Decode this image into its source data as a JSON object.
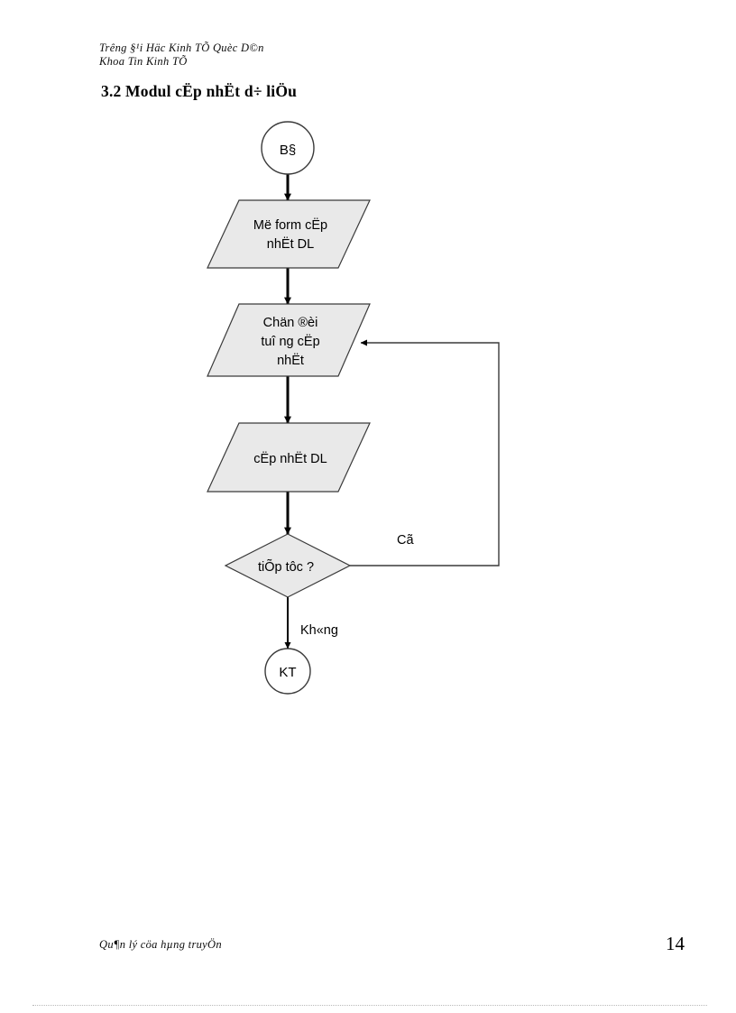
{
  "document": {
    "header_line_1": "Trêng  §¹i Häc Kinh TÕ Quèc D©n",
    "header_line_2": "Khoa Tin Kinh TÕ",
    "section_title": "3.2 Modul cËp nhËt d÷ liÖu",
    "footer_text": "Qu¶n lý cöa hµng truyÖn",
    "page_number": "14"
  },
  "colors": {
    "shape_fill": "#e9e9e9",
    "shape_stroke": "#3a3a3a",
    "connector": "#000000",
    "page_background": "#ffffff",
    "text": "#000000"
  },
  "chart_data": {
    "type": "flowchart",
    "title": "3.2 Modul cËp nhËt d÷ liÖu",
    "nodes": [
      {
        "id": "start",
        "shape": "circle",
        "label": "B§"
      },
      {
        "id": "open",
        "shape": "parallelogram",
        "label": "Më form cËp\nnhËt DL",
        "lines": [
          "Më form cËp",
          "nhËt DL"
        ]
      },
      {
        "id": "select",
        "shape": "parallelogram",
        "label": "Chän ®èi\ntuî ng cËp\nnhËt",
        "lines": [
          "Chän ®èi",
          "tuî ng cËp",
          "nhËt"
        ]
      },
      {
        "id": "update",
        "shape": "parallelogram",
        "label": "cËp nhËt DL",
        "lines": [
          "cËp nhËt DL"
        ]
      },
      {
        "id": "decision",
        "shape": "diamond",
        "label": "tiÕp tôc ?",
        "lines": [
          "tiÕp tôc ?"
        ]
      },
      {
        "id": "end",
        "shape": "circle",
        "label": "KT"
      }
    ],
    "edges": [
      {
        "from": "start",
        "to": "open",
        "label": ""
      },
      {
        "from": "open",
        "to": "select",
        "label": ""
      },
      {
        "from": "select",
        "to": "update",
        "label": ""
      },
      {
        "from": "update",
        "to": "decision",
        "label": ""
      },
      {
        "from": "decision",
        "to": "select",
        "label": "Cã"
      },
      {
        "from": "decision",
        "to": "end",
        "label": "Kh«ng"
      }
    ],
    "edge_labels": {
      "yes": "Cã",
      "no": "Kh«ng"
    }
  }
}
